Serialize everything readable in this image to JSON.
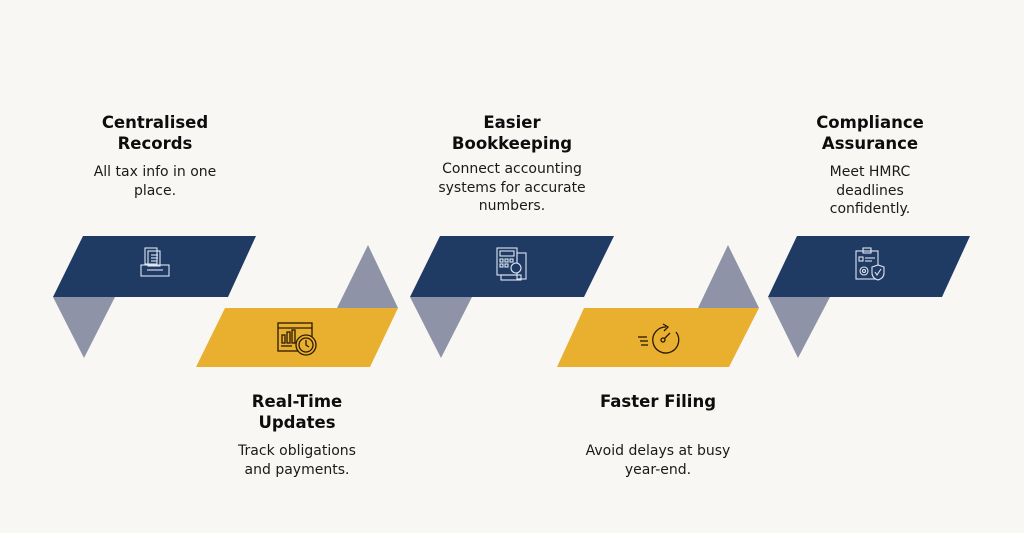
{
  "colors": {
    "navy": "#1f3a63",
    "gold": "#e9b030",
    "grey": "#8e93a8",
    "background": "#f8f7f4"
  },
  "steps": [
    {
      "title_l1": "Centralised",
      "title_l2": "Records",
      "desc_l1": "All tax info in one",
      "desc_l2": "place.",
      "icon": "filing-box-icon"
    },
    {
      "title_l1": "Real-Time",
      "title_l2": "Updates",
      "desc_l1": "Track obligations",
      "desc_l2": "and payments.",
      "icon": "dashboard-clock-icon"
    },
    {
      "title_l1": "Easier",
      "title_l2": "Bookkeeping",
      "desc_l1": "Connect accounting",
      "desc_l2": "systems for accurate",
      "desc_l3": "numbers.",
      "icon": "calculator-dollar-icon"
    },
    {
      "title_l1": "Faster Filing",
      "desc_l1": "Avoid delays at busy",
      "desc_l2": "year-end.",
      "icon": "fast-timer-icon"
    },
    {
      "title_l1": "Compliance",
      "title_l2": "Assurance",
      "desc_l1": "Meet HMRC",
      "desc_l2": "deadlines",
      "desc_l3": "confidently.",
      "icon": "clipboard-shield-icon"
    }
  ]
}
